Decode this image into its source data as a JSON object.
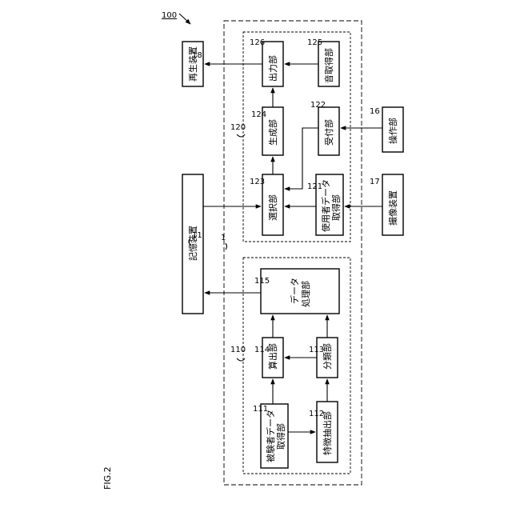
{
  "figure_label": "FIG.2",
  "system_ref": "100",
  "outer_ref": "1",
  "group_110_ref": "110",
  "group_120_ref": "120",
  "blocks": {
    "b11": {
      "ref": "11",
      "label": "記憶装置"
    },
    "b18": {
      "ref": "18",
      "label": "再生装置"
    },
    "b16": {
      "ref": "16",
      "label": "操作部"
    },
    "b17": {
      "ref": "17",
      "label": "撮像装置"
    },
    "b111": {
      "ref": "111",
      "line1": "被験者データ",
      "line2": "取得部"
    },
    "b112": {
      "ref": "112",
      "label": "特徴抽出部"
    },
    "b113": {
      "ref": "113",
      "label": "分類部"
    },
    "b114": {
      "ref": "114",
      "label": "算出部"
    },
    "b115": {
      "ref": "115",
      "line1": "データ",
      "line2": "処理部"
    },
    "b121": {
      "ref": "121",
      "line1": "使用者データ",
      "line2": "取得部"
    },
    "b122": {
      "ref": "122",
      "label": "受付部"
    },
    "b123": {
      "ref": "123",
      "label": "選択部"
    },
    "b124": {
      "ref": "124",
      "label": "生成部"
    },
    "b125": {
      "ref": "125",
      "label": "音取得部"
    },
    "b126": {
      "ref": "126",
      "label": "出力部"
    }
  }
}
